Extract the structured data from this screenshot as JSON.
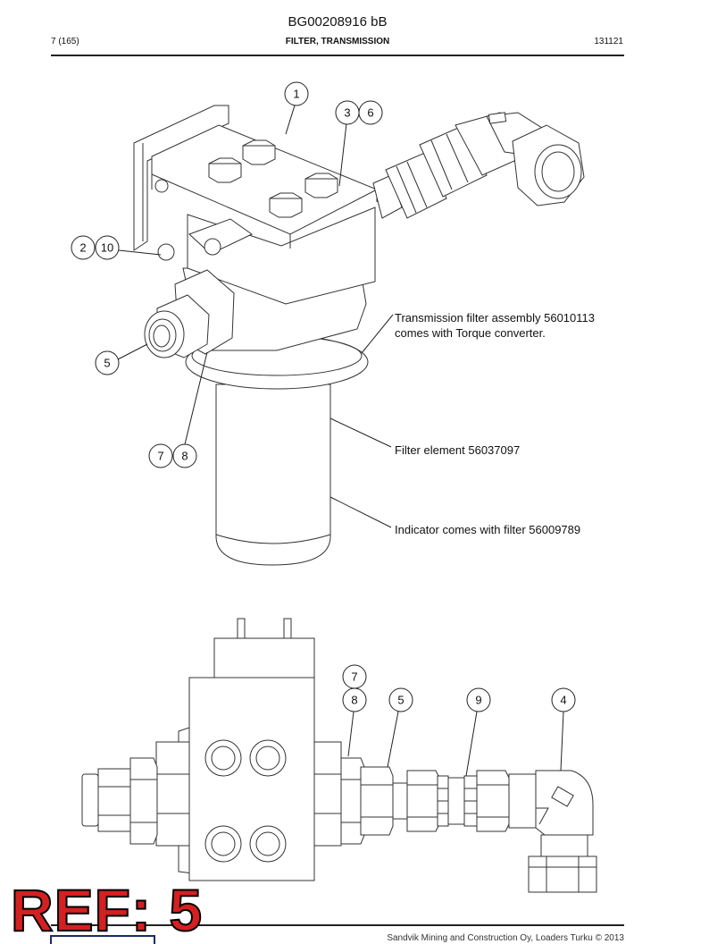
{
  "document": {
    "title": "BG00208916 bB",
    "page": "7 (165)",
    "section": "FILTER, TRANSMISSION",
    "code": "131121"
  },
  "callouts": {
    "top": [
      "1",
      "3",
      "6",
      "2",
      "10",
      "5",
      "7",
      "8"
    ],
    "bottom": [
      "7",
      "8",
      "5",
      "9",
      "4"
    ]
  },
  "annotations": {
    "assembly_line1": "Transmission filter assembly 56010113",
    "assembly_line2": "comes with Torque converter.",
    "filter_element": "Filter element 56037097",
    "indicator": "Indicator comes with filter 56009789"
  },
  "footer": {
    "copyright": "Sandvik Mining and Construction Oy, Loaders Turku © 2013"
  },
  "ref_tag": "REF: 5",
  "colors": {
    "ref_fill": "#d42020",
    "ref_outline": "#000000",
    "line": "#333333"
  }
}
